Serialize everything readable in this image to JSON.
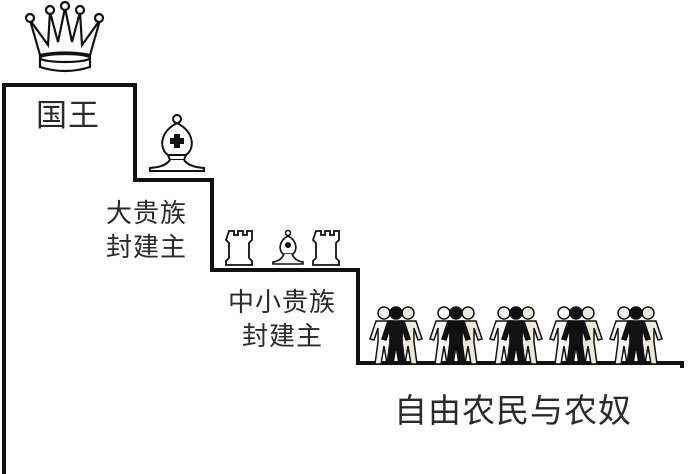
{
  "levels": [
    {
      "label_lines": [
        "国王"
      ],
      "icon": "queen-crown-icon"
    },
    {
      "label_lines": [
        "大贵族",
        "封建主"
      ],
      "icon": "bishop-icon"
    },
    {
      "label_lines": [
        "中小贵族",
        "封建主"
      ],
      "icons": [
        "rook-icon",
        "bishop-icon",
        "rook-icon"
      ]
    },
    {
      "label_lines": [
        "自由农民与农奴"
      ],
      "icon": "people-group-icon",
      "group_count": 5
    }
  ]
}
